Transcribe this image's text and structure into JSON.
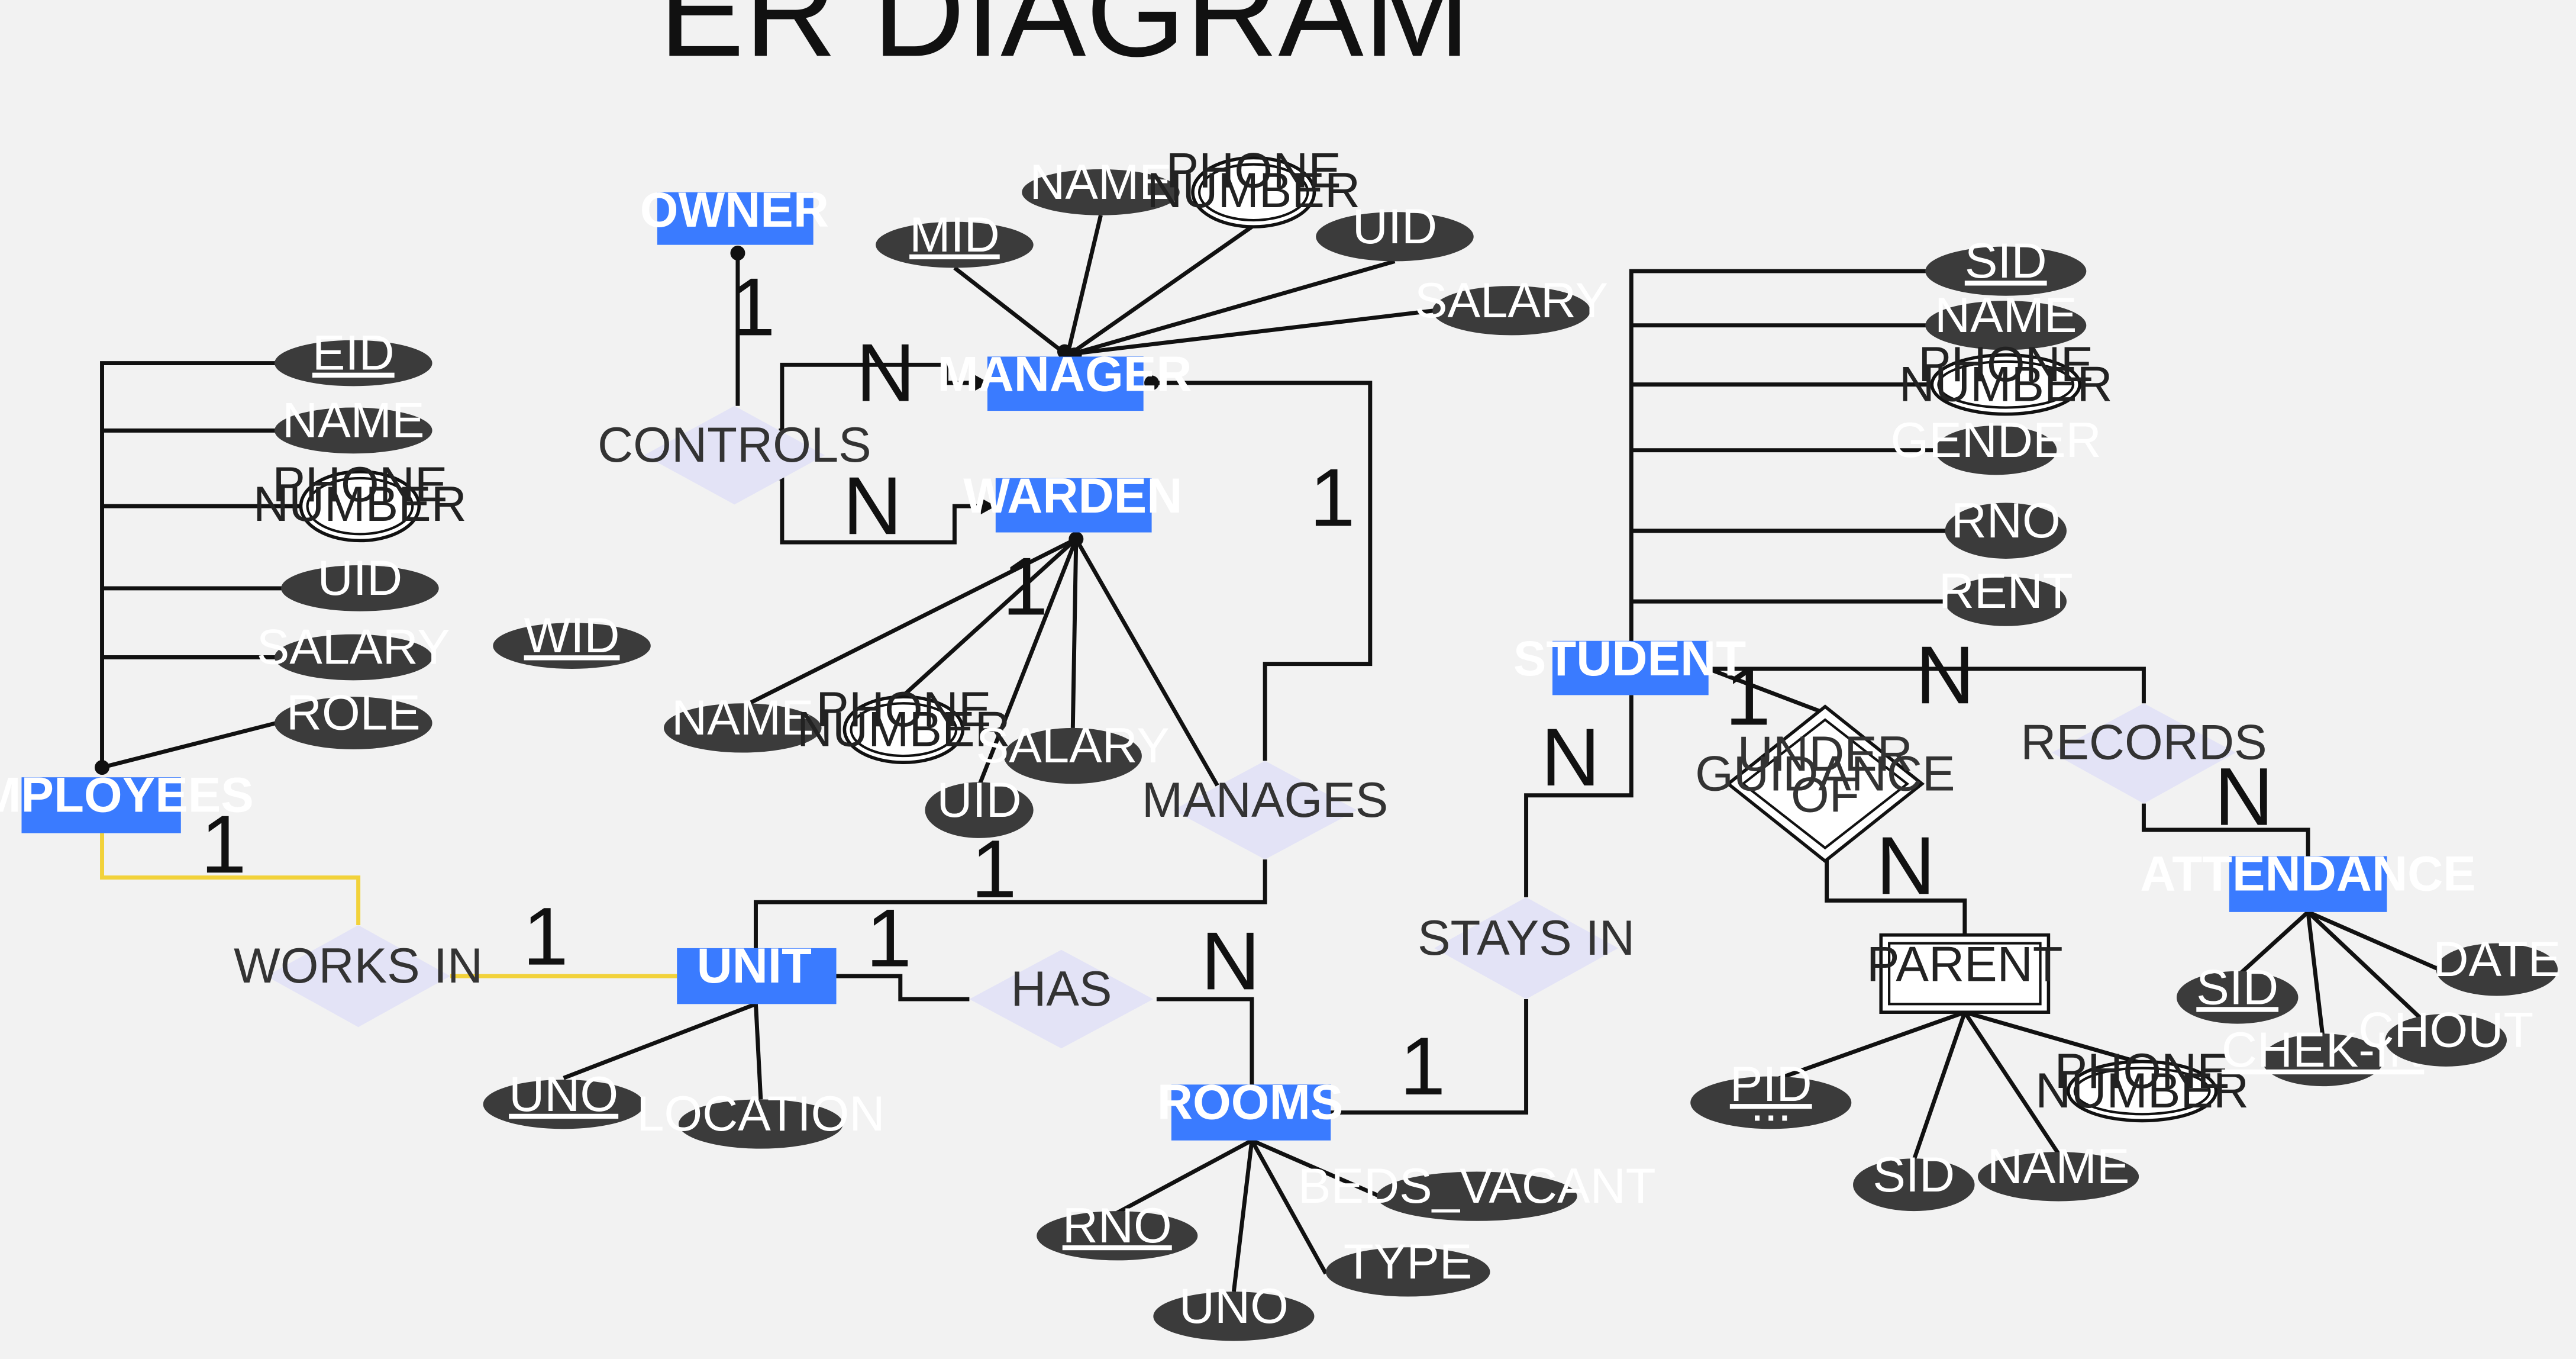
{
  "title": "ER DIAGRAM",
  "entities": {
    "owner": "OWNER",
    "manager": "MANAGER",
    "warden": "WARDEN",
    "employees": "EMPLOYEES",
    "unit": "UNIT",
    "rooms": "ROOMS",
    "student": "STUDENT",
    "attendance": "ATTENDANCE",
    "parent": "PARENT"
  },
  "relationships": {
    "controls": "CONTROLS",
    "manages": "MANAGES",
    "works_in": "WORKS IN",
    "has": "HAS",
    "stays_in": "STAYS IN",
    "records": "RECORDS",
    "under_guidance_of": [
      "UNDER",
      "GUIDANCE",
      "OF"
    ]
  },
  "attributes": {
    "manager": {
      "mid": "MID",
      "name": "NAME",
      "phone": [
        "PHONE",
        "NUMBER"
      ],
      "uid": "UID",
      "salary": "SALARY"
    },
    "employees": {
      "eid": "EID",
      "name": "NAME",
      "phone": [
        "PHONE",
        "NUMBER"
      ],
      "uid": "UID",
      "salary": "SALARY",
      "role": "ROLE"
    },
    "warden": {
      "wid": "WID",
      "name": "NAME",
      "phone": [
        "PHONE",
        "NUMBER"
      ],
      "uid": "UID",
      "salary": "SALARY"
    },
    "unit": {
      "uno": "UNO",
      "location": "LOCATION"
    },
    "rooms": {
      "rno": "RNO",
      "uno": "UNO",
      "type": "TYPE",
      "beds_vacant": "BEDS_VACANT"
    },
    "student": {
      "sid": "SID",
      "name": "NAME",
      "phone": [
        "PHONE",
        "NUMBER"
      ],
      "gender": "GENDER",
      "rno": "RNO",
      "rent": "RENT"
    },
    "parent": {
      "pid": [
        "PID",
        "..."
      ],
      "sid": "SID",
      "name": "NAME",
      "phone": [
        "PHONE",
        "NUMBER"
      ]
    },
    "attendance": {
      "sid": "SID",
      "chek_in": "CHEK-IN",
      "chout": "CHOUT",
      "date": "DATE"
    }
  },
  "cardinalities": {
    "owner_controls": "1",
    "controls_manager": "N",
    "controls_warden": "N",
    "manager_manages": "1",
    "unit_manages": "1",
    "warden_near": "1",
    "employees_works_in": "1",
    "unit_works_in": "1",
    "unit_has": "1",
    "rooms_has": "N",
    "rooms_stays_in": "1",
    "student_stays_in": "N",
    "student_guidance": "1",
    "parent_guidance": "N",
    "student_records": "N",
    "attendance_records": "N"
  }
}
